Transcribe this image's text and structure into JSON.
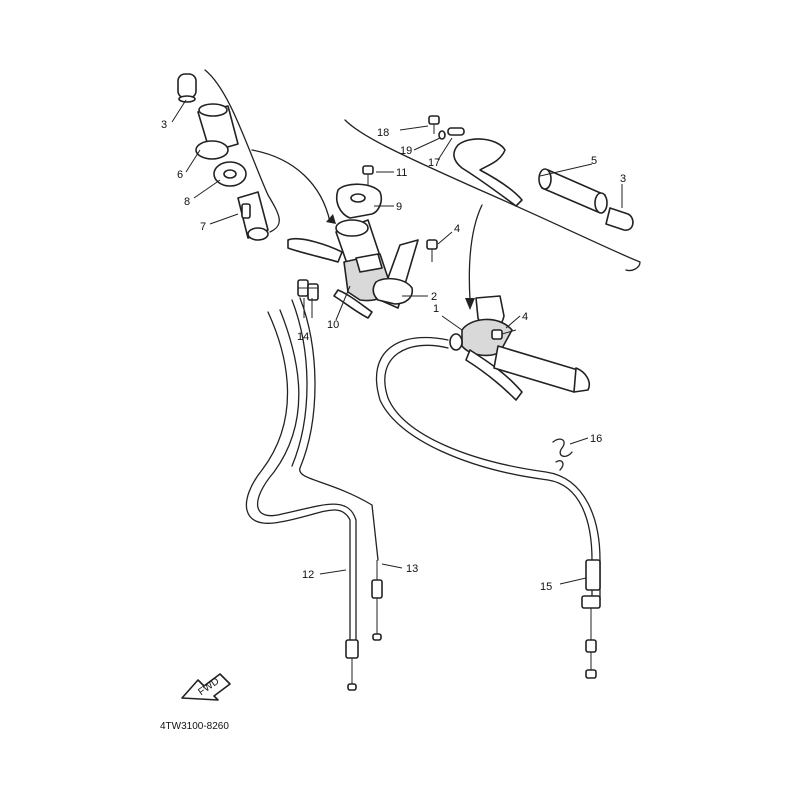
{
  "diagram": {
    "colors": {
      "line": "#222222",
      "fill": "#ffffff",
      "shade": "#d9d9d9"
    },
    "callouts": [
      "1",
      "2",
      "3",
      "3",
      "4",
      "4",
      "5",
      "6",
      "7",
      "8",
      "9",
      "10",
      "11",
      "12",
      "13",
      "14",
      "14",
      "15",
      "16",
      "17",
      "18",
      "19"
    ],
    "fwd_label": "FWD",
    "part_number": "4TW3100-8260"
  }
}
